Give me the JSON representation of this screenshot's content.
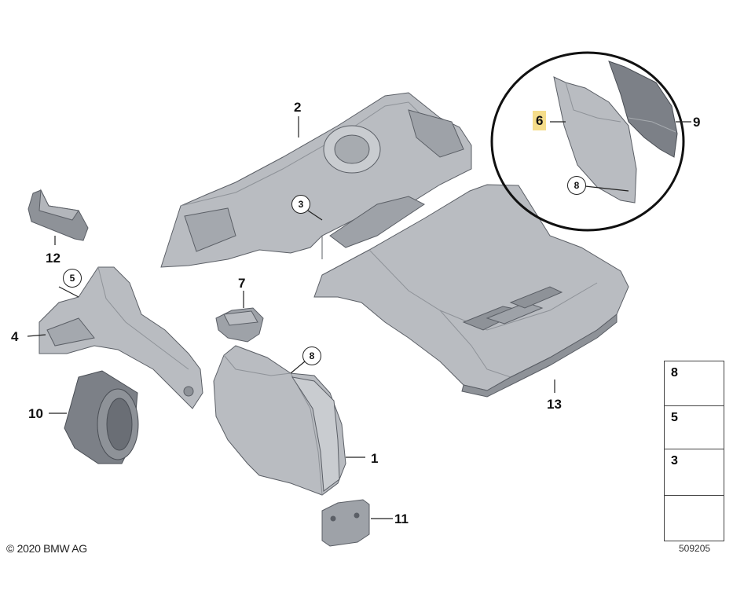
{
  "callouts": {
    "c1": "1",
    "c2": "2",
    "c3": "3",
    "c4": "4",
    "c5": "5",
    "c6": "6",
    "c7": "7",
    "c8": "8",
    "c9": "9",
    "c10": "10",
    "c11": "11",
    "c12": "12",
    "c13": "13"
  },
  "circled": {
    "ring_3": "3",
    "ring_5": "5",
    "ring_8a": "8",
    "ring_8b": "8"
  },
  "legend": {
    "row1": "8",
    "row2": "5",
    "row3": "3"
  },
  "footer": {
    "copyright": "© 2020 BMW AG",
    "diagram_id": "509205"
  },
  "colors": {
    "part_fill": "#b9bcc1",
    "part_dark": "#8e9298",
    "part_edge": "#5b5f66",
    "highlight": "#f5dd8a"
  }
}
